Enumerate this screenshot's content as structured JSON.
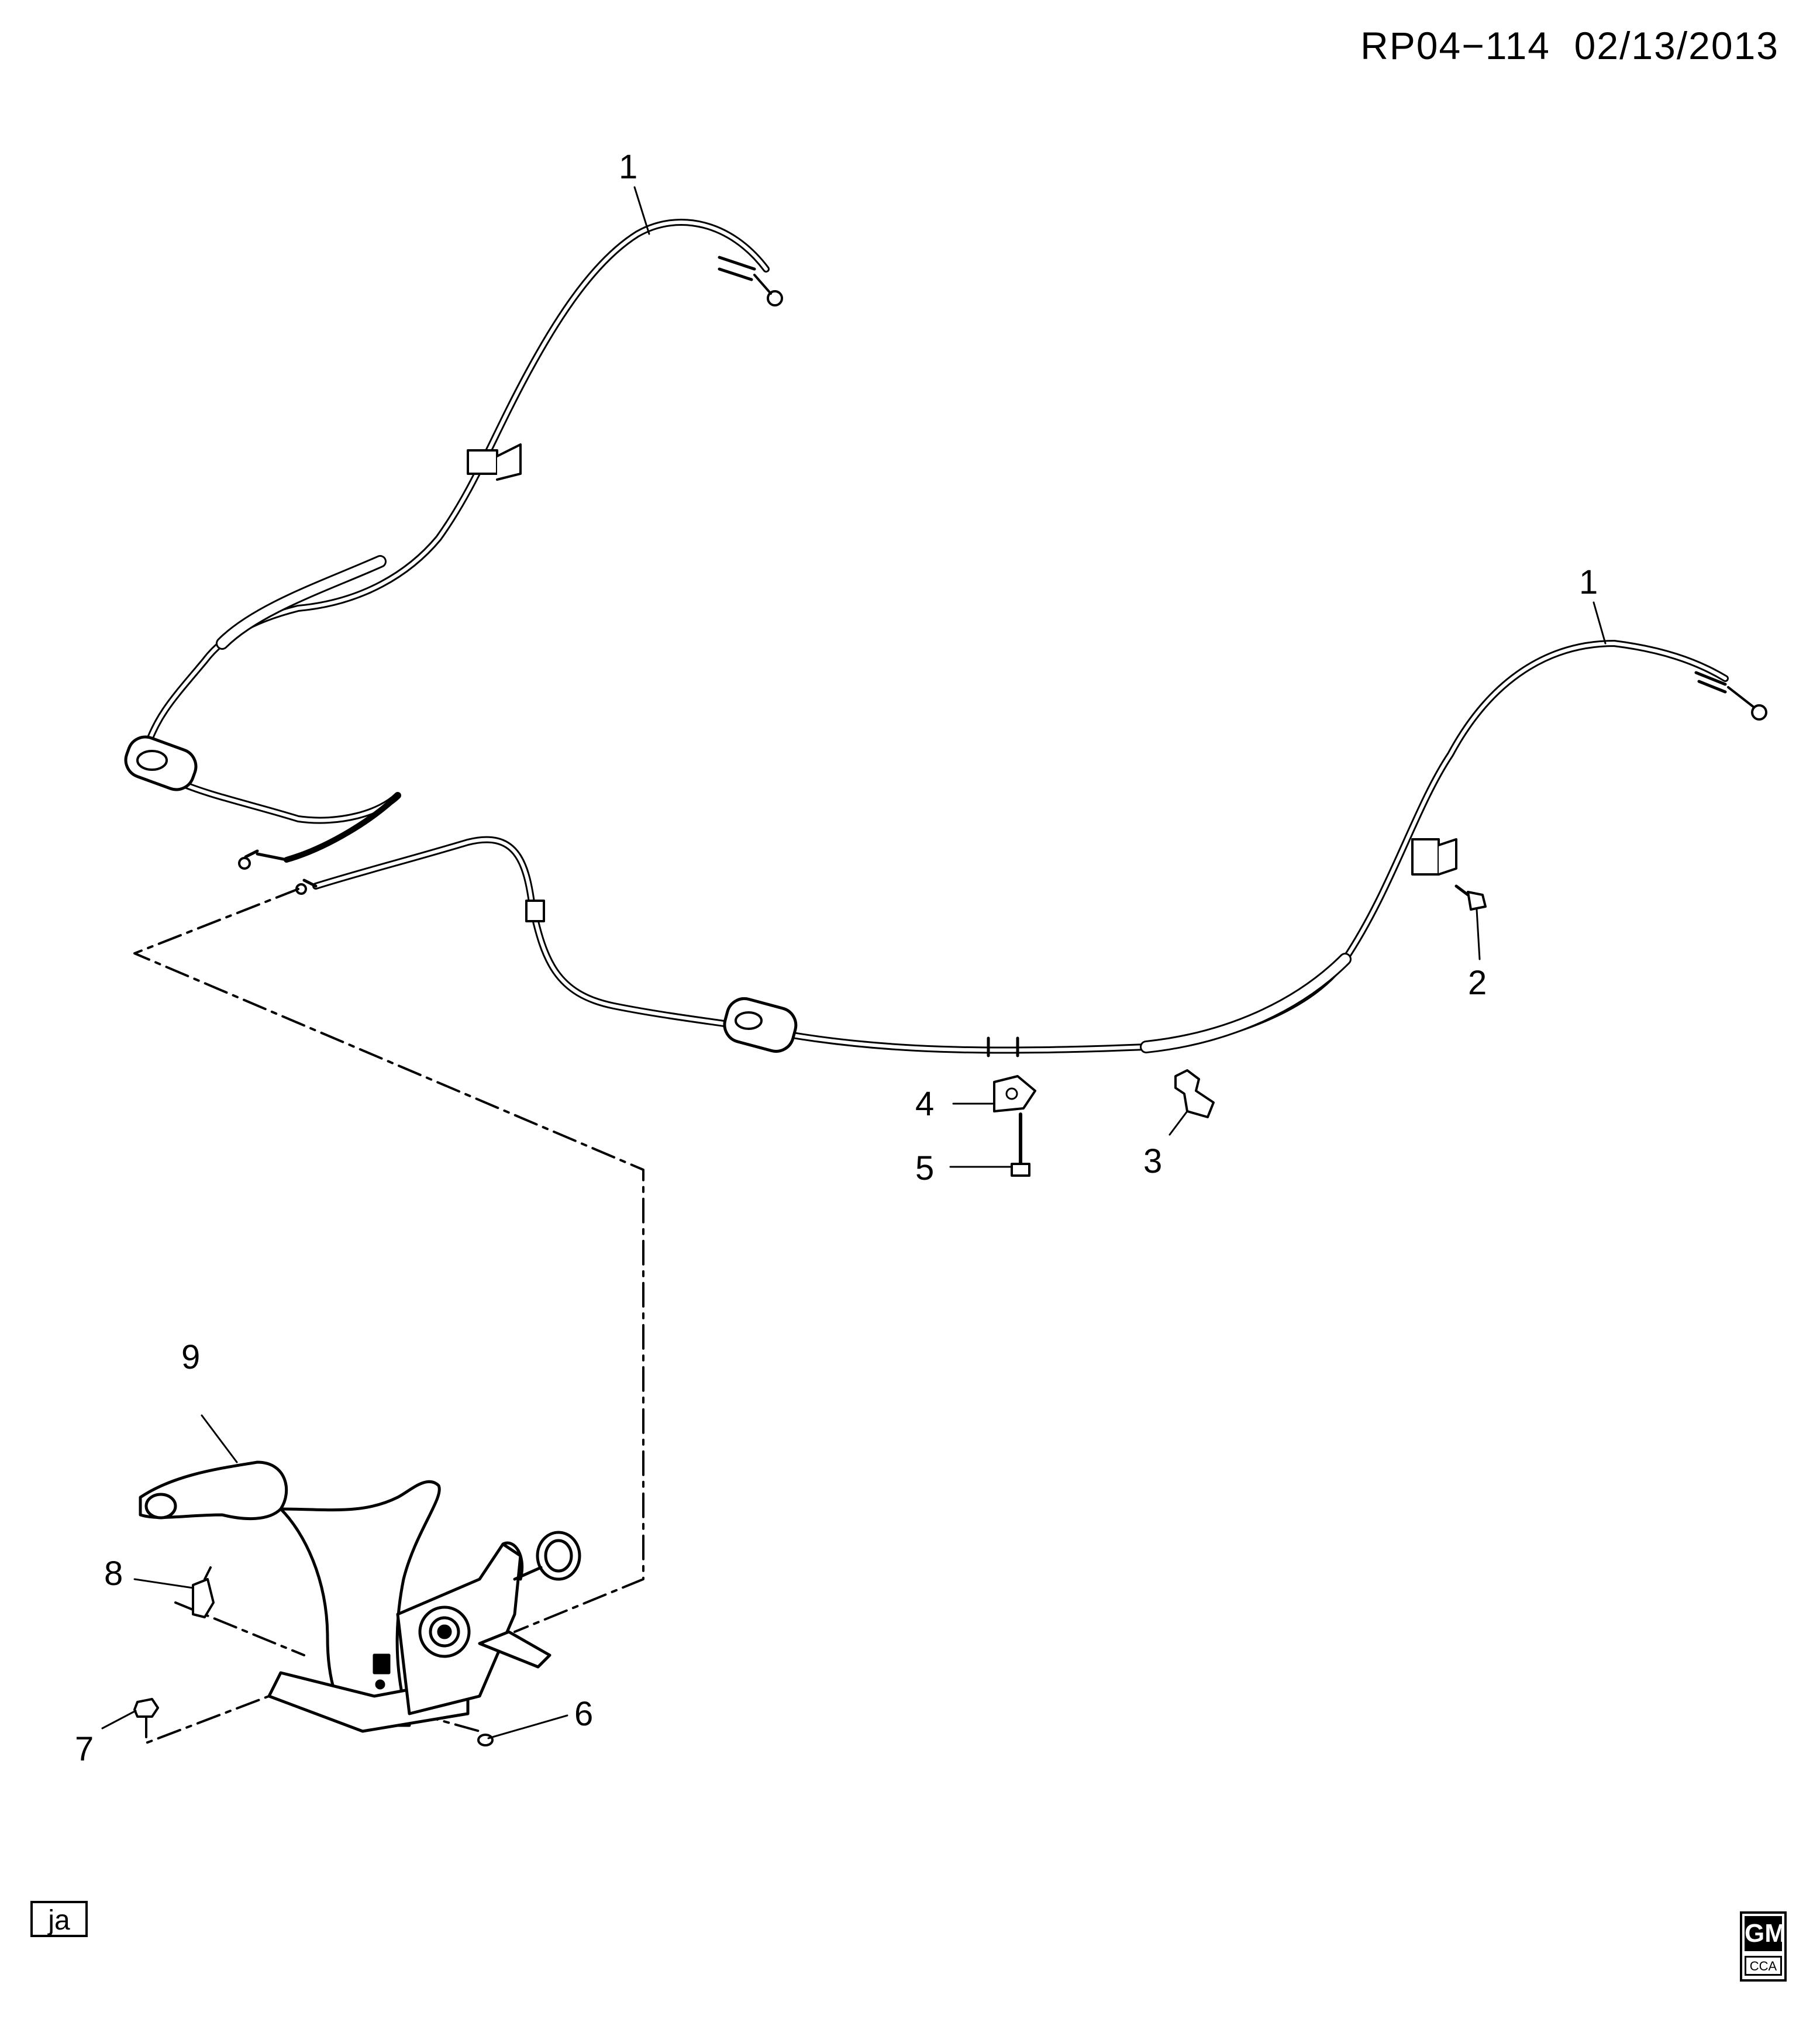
{
  "header": {
    "code": "RP04−114",
    "date": "02/13/2013"
  },
  "callouts": {
    "c1a": "1",
    "c1b": "1",
    "c2": "2",
    "c3": "3",
    "c4": "4",
    "c5": "5",
    "c6": "6",
    "c7": "7",
    "c8": "8",
    "c9": "9"
  },
  "footer": {
    "ja": "ja",
    "logo_main": "GM",
    "logo_sub": "CCA"
  }
}
